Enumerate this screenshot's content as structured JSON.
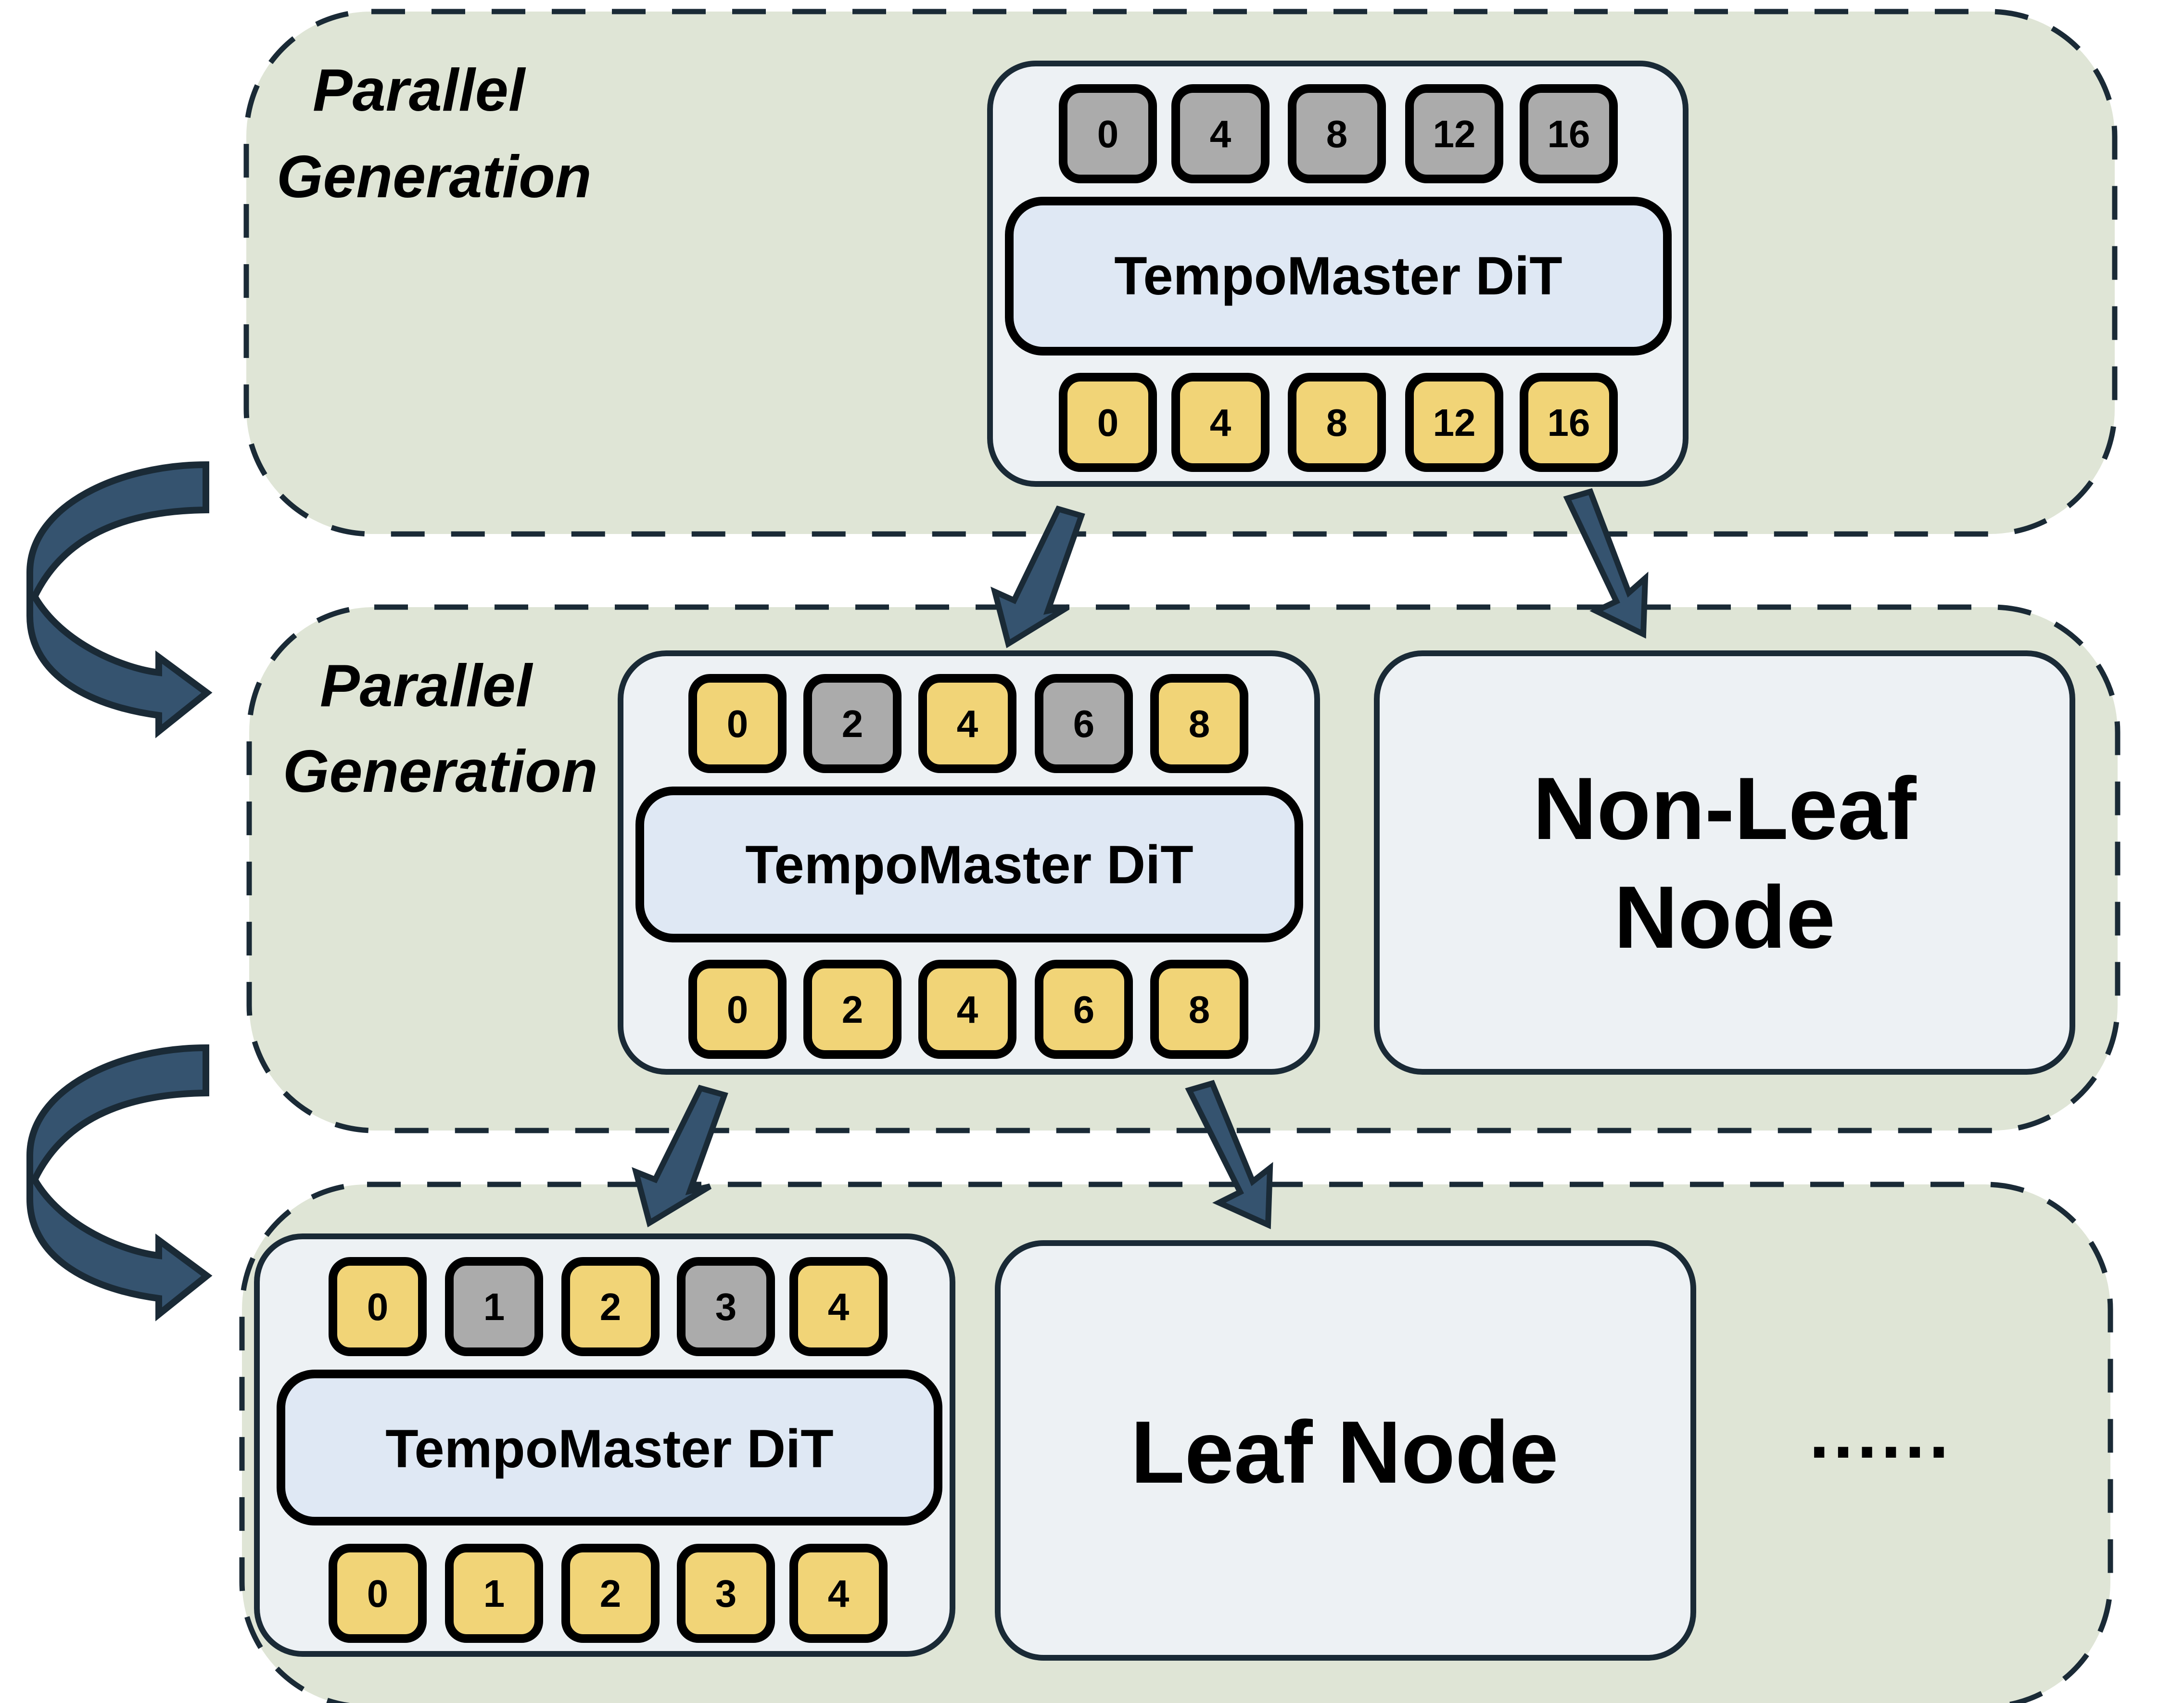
{
  "colors": {
    "panel_fill": "#dfe5d6",
    "panel_stroke": "#1a2a36",
    "node_fill": "#edf1f4",
    "dit_fill": "#dfe8f4",
    "token_gray": "#ababab",
    "token_yellow": "#f1d477",
    "arrow_fill": "#35536f",
    "arrow_fill_light": "#3b5f7e",
    "arrow_stroke": "#1a2a36"
  },
  "levels": [
    {
      "label_line1": "Parallel",
      "label_line2": "Generation",
      "node": {
        "title": "TempoMaster DiT",
        "input_tokens": [
          {
            "value": "0",
            "state": "gray"
          },
          {
            "value": "4",
            "state": "gray"
          },
          {
            "value": "8",
            "state": "gray"
          },
          {
            "value": "12",
            "state": "gray"
          },
          {
            "value": "16",
            "state": "gray"
          }
        ],
        "output_tokens": [
          {
            "value": "0",
            "state": "yellow"
          },
          {
            "value": "4",
            "state": "yellow"
          },
          {
            "value": "8",
            "state": "yellow"
          },
          {
            "value": "12",
            "state": "yellow"
          },
          {
            "value": "16",
            "state": "yellow"
          }
        ]
      }
    },
    {
      "label_line1": "Parallel",
      "label_line2": "Generation",
      "node": {
        "title": "TempoMaster DiT",
        "input_tokens": [
          {
            "value": "0",
            "state": "yellow"
          },
          {
            "value": "2",
            "state": "gray"
          },
          {
            "value": "4",
            "state": "yellow"
          },
          {
            "value": "6",
            "state": "gray"
          },
          {
            "value": "8",
            "state": "yellow"
          }
        ],
        "output_tokens": [
          {
            "value": "0",
            "state": "yellow"
          },
          {
            "value": "2",
            "state": "yellow"
          },
          {
            "value": "4",
            "state": "yellow"
          },
          {
            "value": "6",
            "state": "yellow"
          },
          {
            "value": "8",
            "state": "yellow"
          }
        ]
      },
      "sibling": {
        "line1": "Non-Leaf",
        "line2": "Node"
      }
    },
    {
      "node": {
        "title": "TempoMaster DiT",
        "input_tokens": [
          {
            "value": "0",
            "state": "yellow"
          },
          {
            "value": "1",
            "state": "gray"
          },
          {
            "value": "2",
            "state": "yellow"
          },
          {
            "value": "3",
            "state": "gray"
          },
          {
            "value": "4",
            "state": "yellow"
          }
        ],
        "output_tokens": [
          {
            "value": "0",
            "state": "yellow"
          },
          {
            "value": "1",
            "state": "yellow"
          },
          {
            "value": "2",
            "state": "yellow"
          },
          {
            "value": "3",
            "state": "yellow"
          },
          {
            "value": "4",
            "state": "yellow"
          }
        ]
      },
      "sibling": {
        "line1": "Leaf Node"
      },
      "ellipsis": "......"
    }
  ]
}
